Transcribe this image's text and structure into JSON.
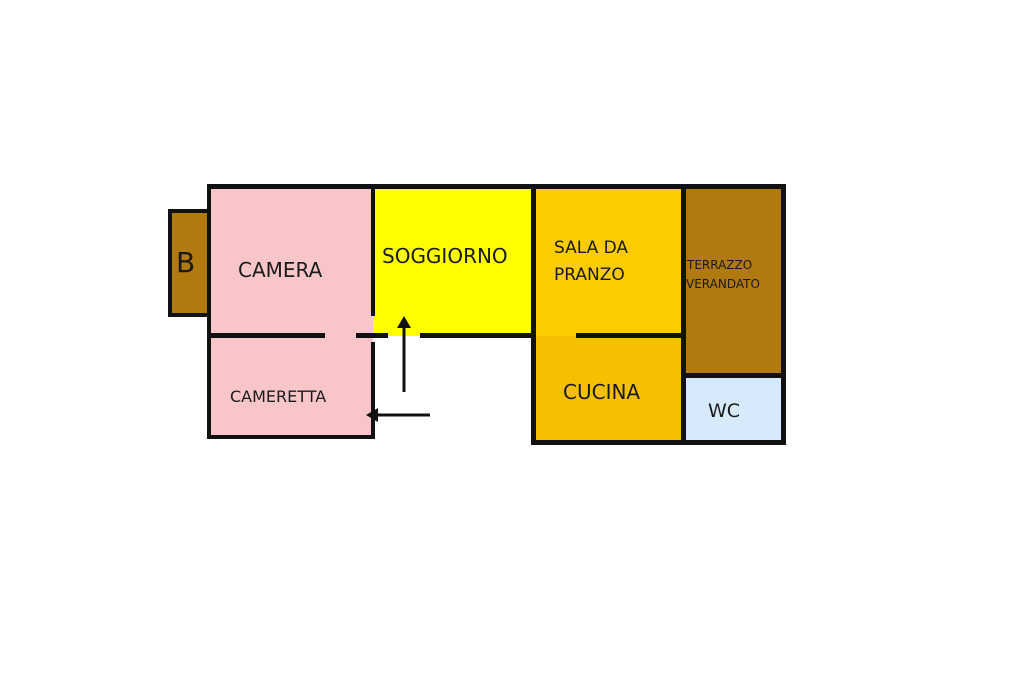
{
  "plan": {
    "colors": {
      "balcony": "#b07a10",
      "camera": "#f8c6c9",
      "soggiorno": "#ffff00",
      "pranzo": "#fdcc00",
      "terrazzo": "#b07a10",
      "cucina": "#f4c000",
      "wc": "#d6eafb",
      "wall": "#111111"
    },
    "rooms": {
      "balcony": "B",
      "camera": "CAMERA",
      "soggiorno": "SOGGIORNO",
      "pranzo_line1": "SALA DA",
      "pranzo_line2": "PRANZO",
      "terrazzo_line1": "TERRAZZO",
      "terrazzo_line2": "VERANDATO",
      "cameretta": "CAMERETTA",
      "cucina": "CUCINA",
      "wc": "WC"
    },
    "icons": [
      "arrow-up-icon",
      "arrow-left-icon"
    ]
  }
}
